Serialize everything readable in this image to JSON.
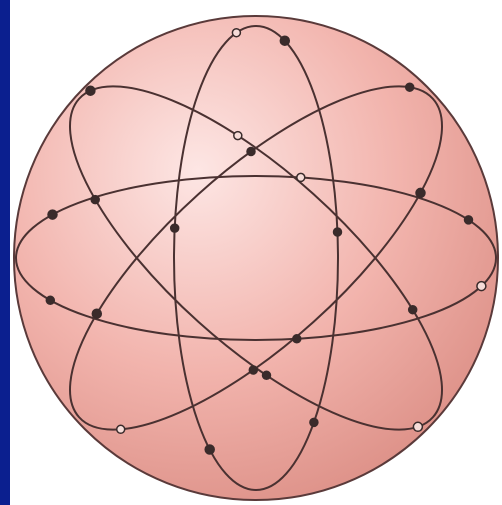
{
  "scene": {
    "subject": "atom-model-sphere",
    "colors": {
      "sphere_light": "#fde6e4",
      "sphere_mid": "#f2b4ad",
      "sphere_dark": "#dc8f86",
      "orbit_stroke": "#4a3131",
      "electron_fill": "#3a2b2b",
      "left_band": "#0b1f8f",
      "background": "#ffffff"
    },
    "orbit_count": 4,
    "electron_count": 24
  }
}
